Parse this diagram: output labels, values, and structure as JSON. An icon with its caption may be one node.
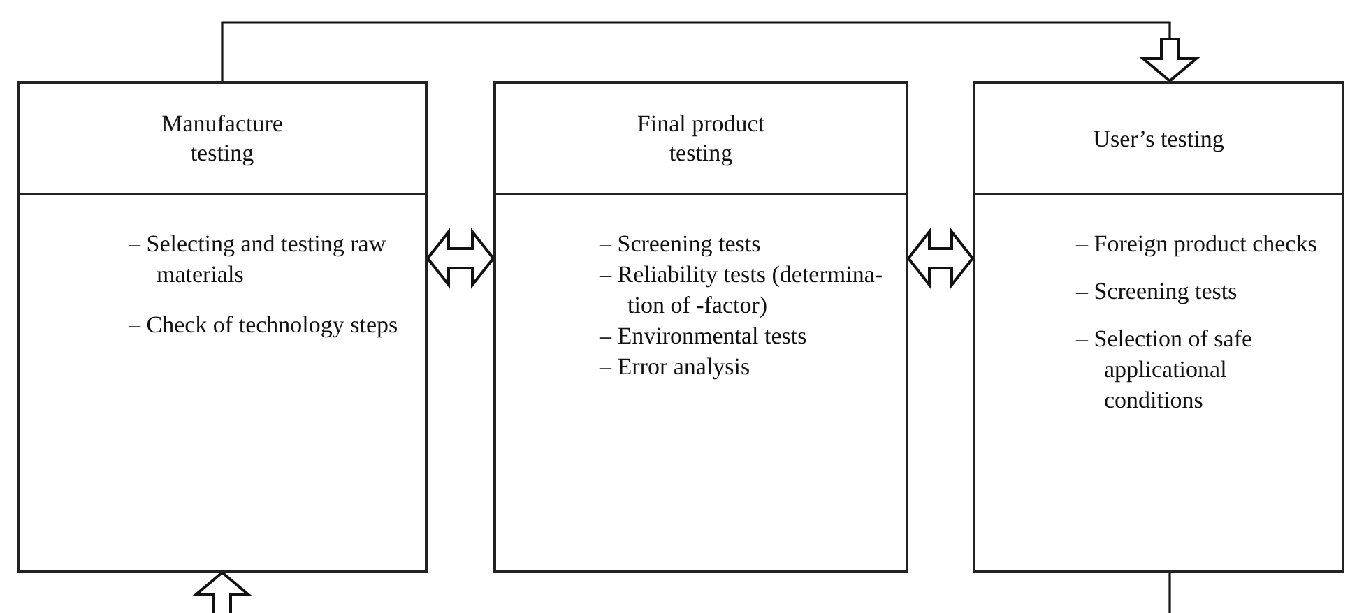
{
  "diagram": {
    "nodes": [
      {
        "text": [
          "Manufacture testing",
          "– Selecting and testing raw materials",
          "– Check of technology steps"
        ]
      },
      {
        "text": [
          "Final product testing",
          "– Screening tests",
          "– Reliability tests (determina-tion of  -factor)",
          "– Environmental tests",
          "– Error analysis"
        ]
      },
      {
        "text": [
          "User’s testing",
          "– Foreign product checks",
          "– Screening tests",
          "– Selection of safe applicational conditions"
        ]
      }
    ],
    "edges": [
      {
        "from": 0,
        "to": 2,
        "arrow": "to"
      },
      {
        "from": 0,
        "to": 1,
        "arrow": "both"
      },
      {
        "from": 1,
        "to": 2,
        "arrow": "both"
      },
      {
        "from": null,
        "to": 0,
        "arrow": "to"
      },
      {
        "from": 2,
        "to": null,
        "arrow": "none"
      }
    ]
  }
}
